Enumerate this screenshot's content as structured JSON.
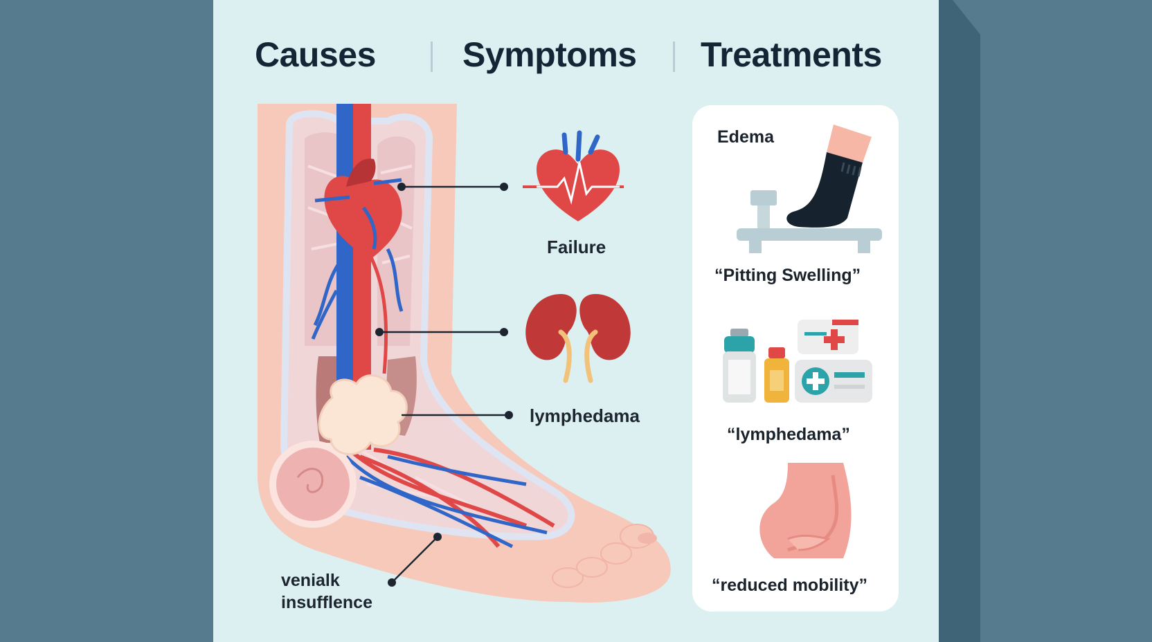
{
  "headers": {
    "causes": "Causes",
    "symptoms": "Symptoms",
    "treatments": "Treatments"
  },
  "callouts": {
    "heart": "Failure",
    "lymph": "lymphedama",
    "venous_line1": "venialk",
    "venous_line2": "insufflence"
  },
  "treatments_card": {
    "title": "Edema",
    "item1": "“Pitting Swelling”",
    "item2": "“lymphedama”",
    "item3": "“reduced mobility”"
  },
  "colors": {
    "background": "#567b8f",
    "panel": "#dcf0f1",
    "skin": "#f7c9bb",
    "artery": "#e04848",
    "vein": "#2f66c8"
  }
}
